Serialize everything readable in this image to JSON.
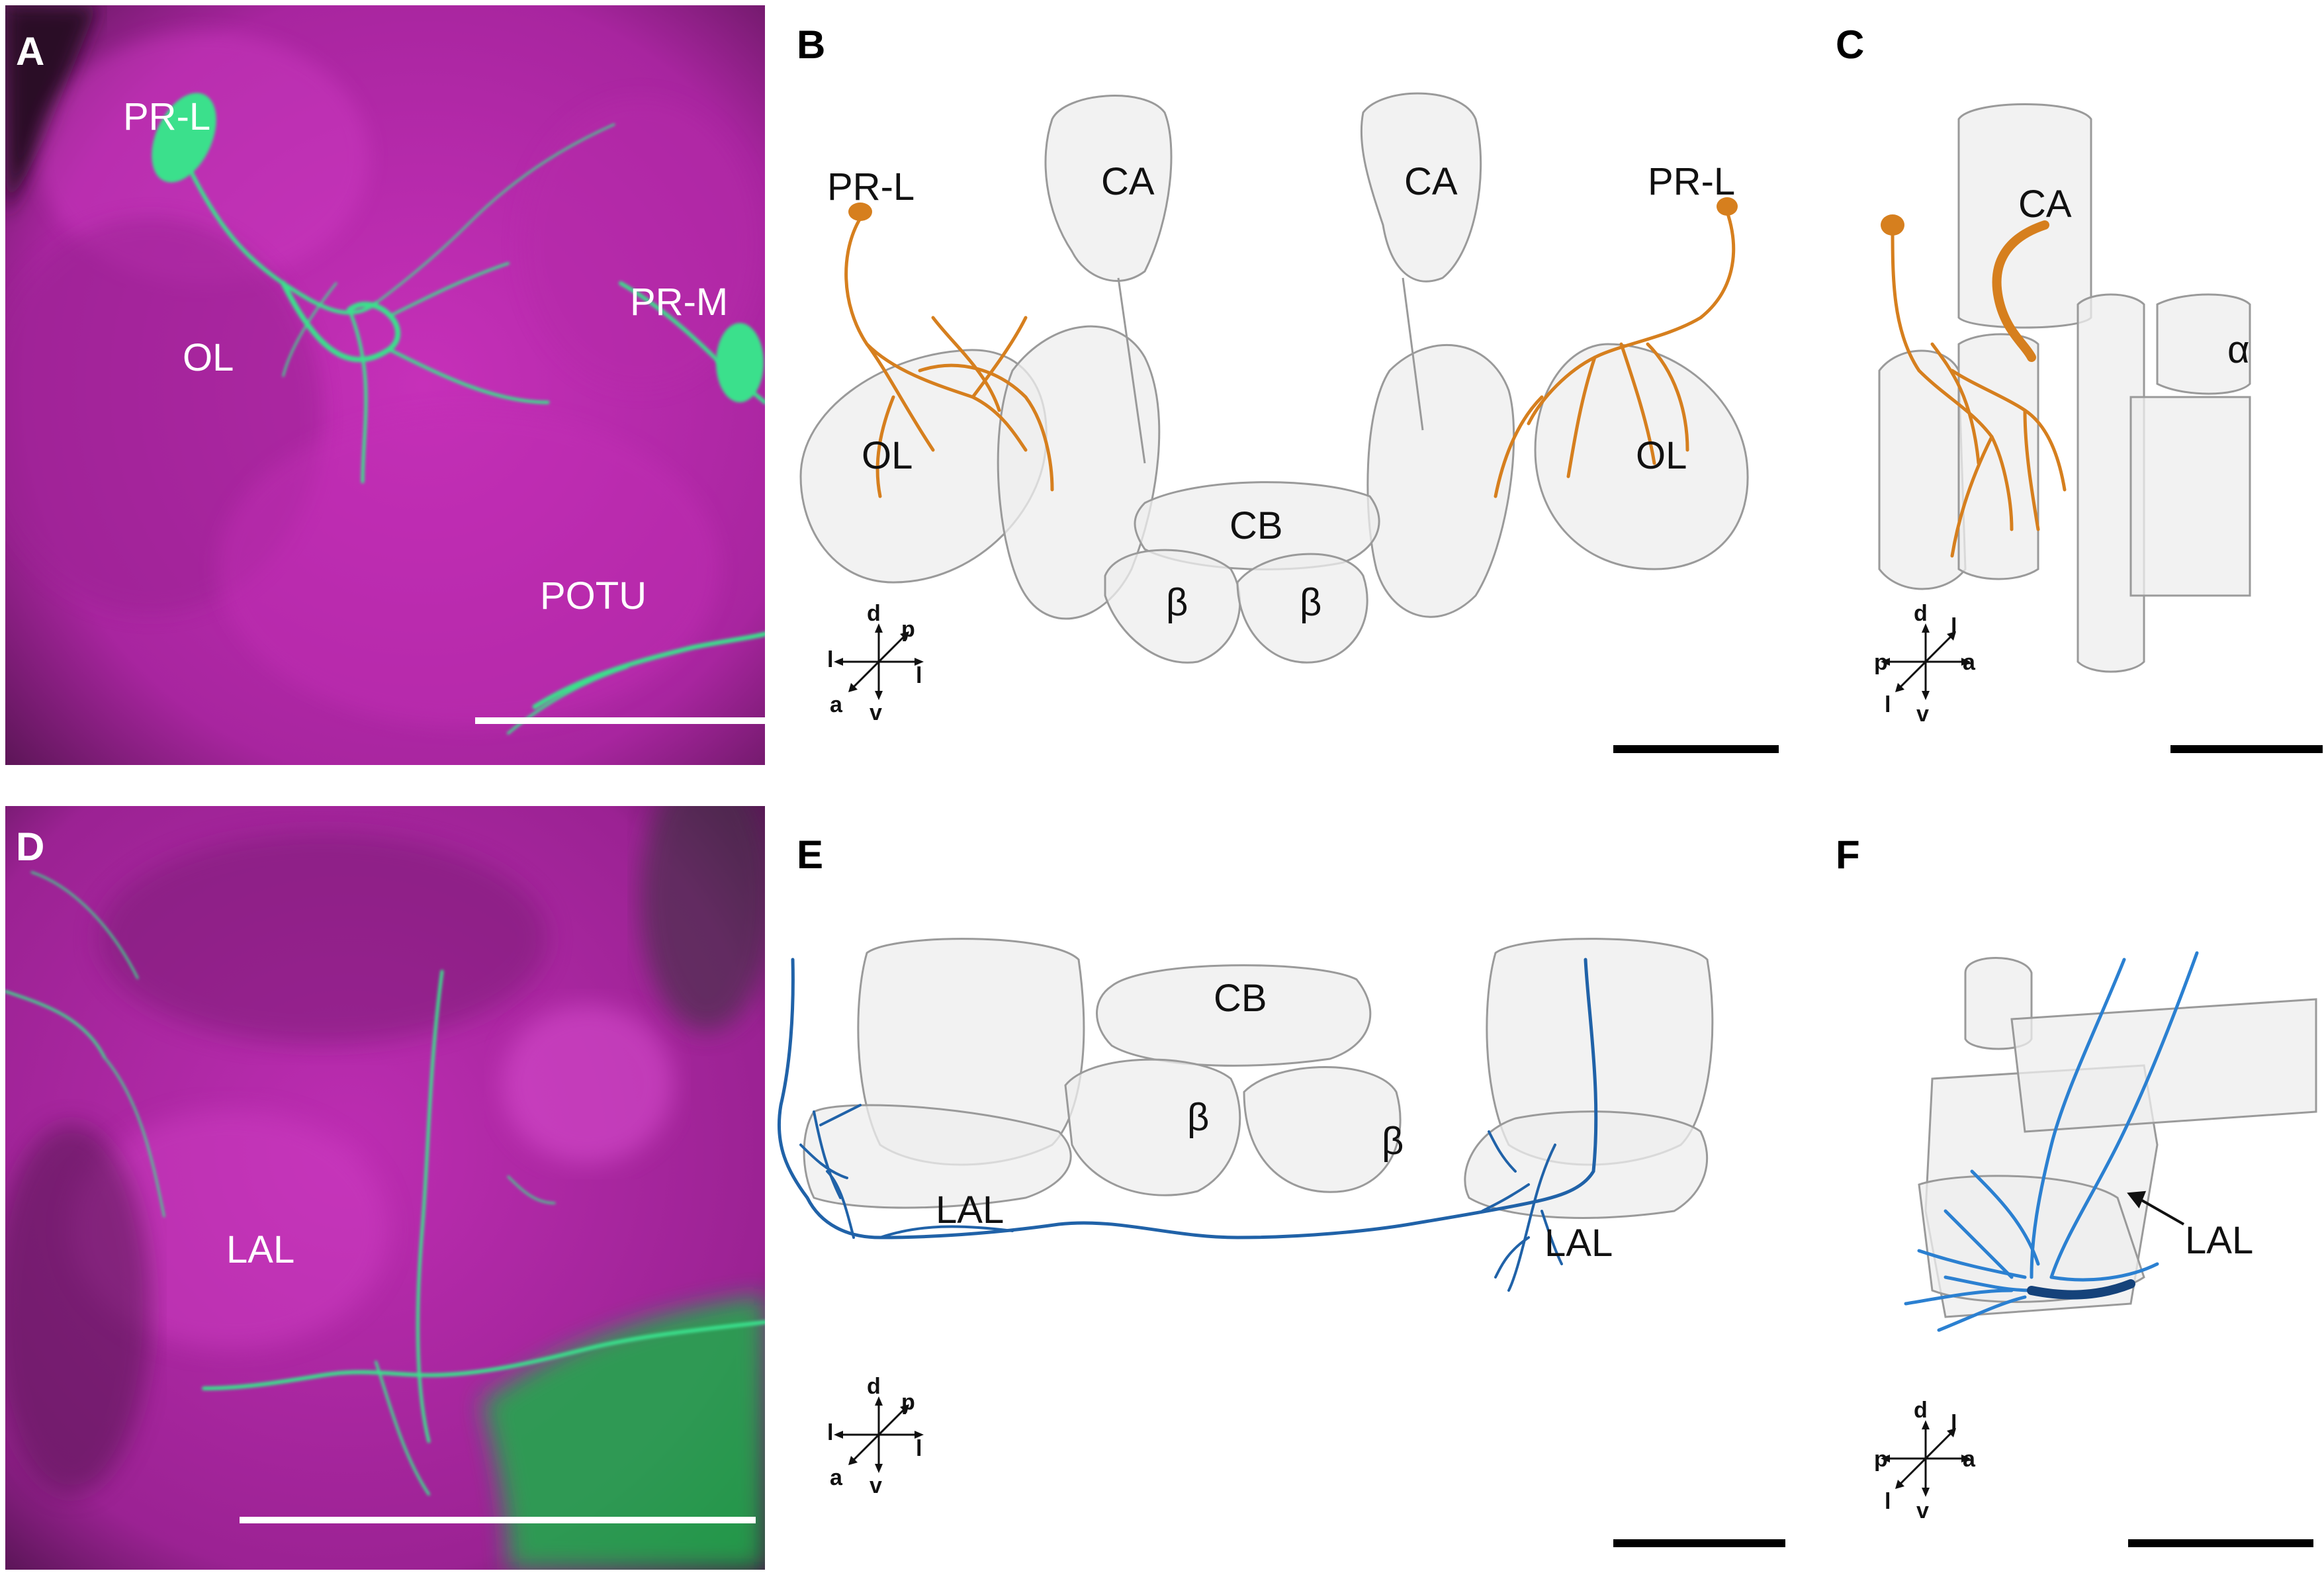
{
  "panels": {
    "A": {
      "letter": "A",
      "labels": {
        "prl": "PR-L",
        "prm": "PR-M",
        "ol": "OL",
        "potu": "POTU"
      }
    },
    "B": {
      "letter": "B",
      "labels": {
        "prl_left": "PR-L",
        "prl_right": "PR-L",
        "ca_left": "CA",
        "ca_right": "CA",
        "ol_left": "OL",
        "ol_right": "OL",
        "cb": "CB",
        "beta_left": "β",
        "beta_right": "β"
      }
    },
    "C": {
      "letter": "C",
      "labels": {
        "ca": "CA",
        "alpha": "α"
      }
    },
    "D": {
      "letter": "D",
      "labels": {
        "lal": "LAL"
      }
    },
    "E": {
      "letter": "E",
      "labels": {
        "cb": "CB",
        "beta_left": "β",
        "beta_right": "β",
        "lal_left": "LAL",
        "lal_right": "LAL"
      }
    },
    "F": {
      "letter": "F",
      "labels": {
        "lal": "LAL"
      }
    }
  },
  "compass_front": {
    "d": "d",
    "v": "v",
    "p": "p",
    "a": "a",
    "l_left": "l",
    "l_right": "l"
  },
  "compass_side": {
    "d": "d",
    "v": "v",
    "l_top": "l",
    "l_bottom": "l",
    "p": "p",
    "a": "a"
  },
  "colors": {
    "magenta": "#b82ab0",
    "green": "#33d27a",
    "orange": "#d98a2a",
    "blue": "#2a6fb8",
    "neuropil": "#ececec"
  }
}
